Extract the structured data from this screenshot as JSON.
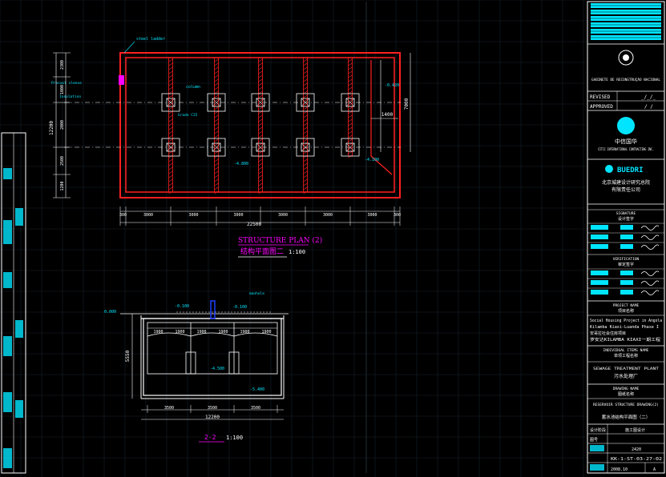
{
  "colors": {
    "background": "#000000",
    "grid": "#1e2e3a",
    "frame": "#ffffff",
    "wall": "#ff2020",
    "annotation": "#00e5ff",
    "dimension": "#ffffff",
    "column": "#ffffff",
    "accent": "#ff00ff"
  },
  "plan": {
    "title_en": "STRUCTURE PLAN (2)",
    "title_cn": "结构平面图二",
    "scale": "1:100",
    "dims_bottom": [
      "300",
      "3000",
      "3000",
      "3000",
      "3000",
      "3000",
      "3000",
      "300"
    ],
    "dim_total": "22500",
    "dims_left": [
      "2300",
      "1000",
      "2000",
      "2500",
      "1200"
    ],
    "dim_left_total": "12200",
    "dim_right": "7000",
    "dim_right_small": "1400",
    "labels": {
      "steel_ladder": "steel ladder",
      "column": "column",
      "level_a": "-0.420",
      "level_b": "-4.800",
      "level_c": "-4.100",
      "note_1": "Precast sleeve",
      "note_2": "Insulation"
    }
  },
  "section": {
    "title": "2-2",
    "scale": "1:100",
    "dims_top": [
      "1900",
      "1900",
      "1900",
      "1900",
      "1900",
      "1900"
    ],
    "dims_bottom": [
      "3500",
      "3500",
      "3500"
    ],
    "dim_total": "12200",
    "dim_height": "5550",
    "level_top": "-0.100",
    "level_ground": "0.000",
    "level_mid": "-4.500",
    "level_bottom": "-5.400"
  },
  "title_block": {
    "org_pt": "GABINETE DE RECONSTRUÇÃO NACIONAL",
    "revised_label": "REVISED",
    "revised_value": "_/_/_",
    "approved_label": "APPROVED",
    "approved_value": "/ /",
    "citic_cn": "中信国华",
    "citic_en": "CITIC INTERNATIONAL CONTRACTING INC.",
    "buedri": "BUEDRI",
    "buedri_cn_1": "北京城建设计研究总院",
    "buedri_cn_2": "有限责任公司",
    "signature_label": "SIGNATURE",
    "signature_cn": "设计签字",
    "verification_label": "VERIFICATION",
    "verification_cn": "审定签字",
    "project_label": "PROJECT NAME",
    "project_cn": "项目名称",
    "project_en": "Social Housing Project in Angola Kilamba Kiaxi-Luanda Phase I",
    "project_cn_detail": "安哥拉社会住房项目",
    "project_cn_detail2": "罗安达KILAMBA KIAXI一期工程",
    "item_label": "INDIVIDUAL ITEMS NAME",
    "item_cn": "单项工程名称",
    "item_en": "SEWAGE TREATMENT PLANT",
    "item_cn2": "污水处理厂",
    "drawing_label": "DRAWING NAME",
    "drawing_cn": "图纸名称",
    "drawing_en": "RESERVOIR STRUCTURE DRAWING(2)",
    "drawing_cn2": "蓄水池结构平面图（二）",
    "bottom_1": "设计阶段",
    "bottom_1v": "施工图设计",
    "bottom_2": "图号",
    "bottom_2v": "2420",
    "bottom_3": "KK-1-ST-03-27-02",
    "bottom_4": "2008.10",
    "bottom_5": "A"
  }
}
